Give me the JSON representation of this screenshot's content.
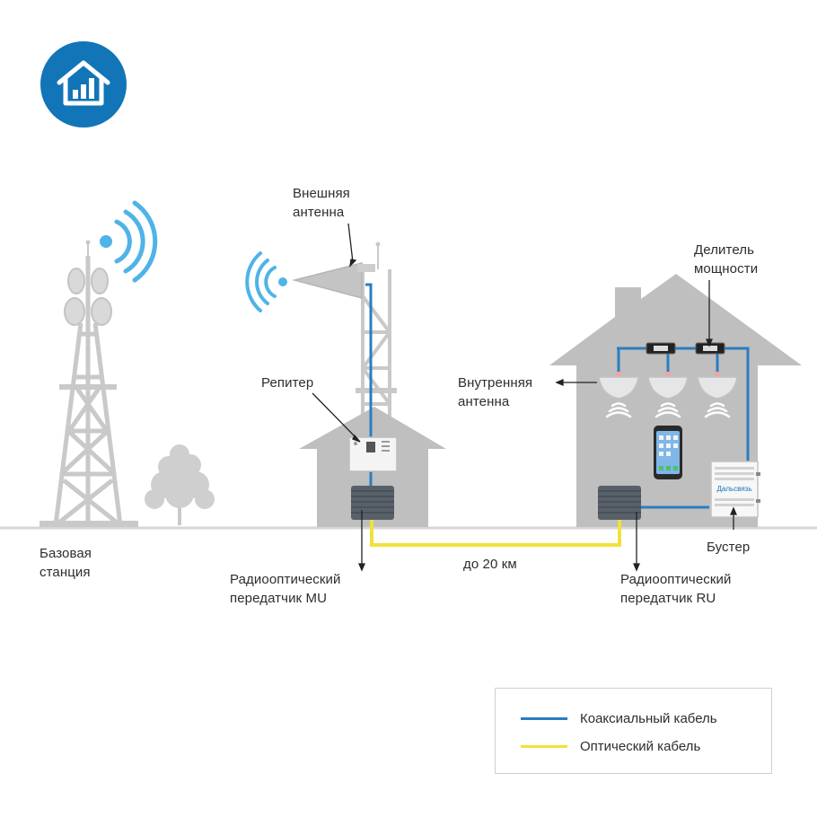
{
  "colors": {
    "accent": "#1275b7",
    "coax_cable": "#2b7dbf",
    "optical_cable": "#f1e23a",
    "building": "#bfbfbf",
    "tower": "#c8c8c8",
    "signal": "#4fb3e8"
  },
  "logo": {
    "icon": "house-signal-icon"
  },
  "labels": {
    "outdoor_antenna": [
      "Внешняя",
      "антенна"
    ],
    "repeater": "Репитер",
    "indoor_antenna": [
      "Внутренняя",
      "антенна"
    ],
    "splitter": [
      "Делитель",
      "мощности"
    ],
    "base_station": [
      "Базовая",
      "станция"
    ],
    "transmitter_mu": [
      "Радиооптический",
      "передатчик MU"
    ],
    "transmitter_ru": [
      "Радиооптический",
      "передатчик RU"
    ],
    "distance": "до 20 км",
    "booster": "Бустер",
    "booster_brand": "Дальсвязь"
  },
  "legend": {
    "items": [
      {
        "label": "Коаксиальный кабель",
        "color": "#2b7dbf"
      },
      {
        "label": "Оптический кабель",
        "color": "#f1e23a"
      }
    ]
  }
}
